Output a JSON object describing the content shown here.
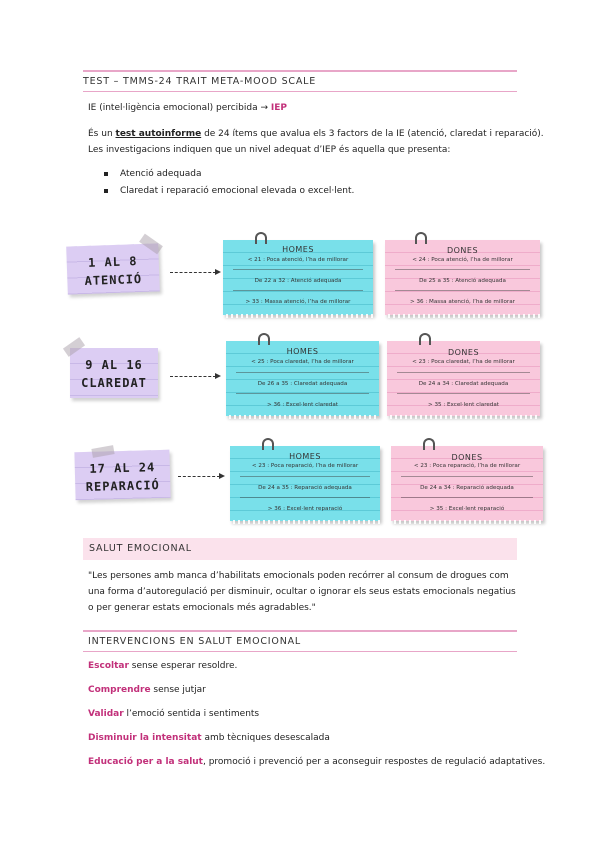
{
  "sections": {
    "test_title": "TEST – TMMS-24 TRAIT META-MOOD SCALE",
    "salut_title": "SALUT EMOCIONAL",
    "interv_title": "INTERVENCIONS EN SALUT EMOCIONAL"
  },
  "intro": {
    "line1_prefix": "IE (intel·ligència emocional) percibida → ",
    "line1_iep": "IEP",
    "line2_a": "És un ",
    "line2_bold": "test autoinforme",
    "line2_b": " de 24 ítems que avalua els 3 factors de la IE (atenció, claredat i reparació).",
    "line3": "Les investigacions indiquen que un nivel adequat d’IEP és aquella que presenta:",
    "bullets": [
      "Atenció adequada",
      "Claredat i reparació emocional elevada o excel·lent."
    ]
  },
  "factors": [
    {
      "line1": "1 AL 8",
      "line2": "ATENCIÓ",
      "homes": {
        "title": "HOMES",
        "rows": [
          "< 21 : Poca atenció, l’ha de millorar",
          "De 22 a 32 : Atenció adequada",
          "> 33 : Massa atenció, l’ha de millorar"
        ]
      },
      "dones": {
        "title": "DONES",
        "rows": [
          "< 24 : Poca atenció, l’ha de millorar",
          "De 25 a 35 : Atenció adequada",
          "> 36 : Massa atenció, l’ha de millorar"
        ]
      }
    },
    {
      "line1": "9 AL 16",
      "line2": "CLAREDAT",
      "homes": {
        "title": "HOMES",
        "rows": [
          "< 25 : Poca claredat, l’ha de millorar",
          "De 26 a 35 : Claredat adequada",
          "> 36 : Excel·lent claredat"
        ]
      },
      "dones": {
        "title": "DONES",
        "rows": [
          "< 23 : Poca claredat, l’ha de millorar",
          "De 24 a 34 : Claredat adequada",
          "> 35 : Excel·lent claredat"
        ]
      }
    },
    {
      "line1": "17 AL 24",
      "line2": "REPARACIÓ",
      "homes": {
        "title": "HOMES",
        "rows": [
          "< 23 : Poca reparació, l’ha de millorar",
          "De 24 a 35 : Reparació adequada",
          "> 36 : Excel·lent reparació"
        ]
      },
      "dones": {
        "title": "DONES",
        "rows": [
          "< 23 : Poca reparació, l’ha de millorar",
          "De 24 a 34 : Reparació adequada",
          "> 35 : Excel·lent reparació"
        ]
      }
    }
  ],
  "quote": "\"Les persones amb manca d’habilitats emocionals poden recórrer al consum de drogues com una forma d’autoregulació per disminuir, ocultar o ignorar els seus estats emocionals negatius o per generar estats emocionals més agradables.\"",
  "interventions": [
    {
      "key": "Escoltar",
      "rest": " sense esperar resoldre."
    },
    {
      "key": "Comprendre",
      "rest": " sense jutjar"
    },
    {
      "key": "Validar",
      "rest": " l’emoció sentida i sentiments"
    },
    {
      "key": "Disminuir la intensitat",
      "rest": " amb tècniques desescalada"
    },
    {
      "key": "Educació per a la salut",
      "rest": ", promoció i prevenció per a aconseguir respostes de regulació adaptatives."
    }
  ],
  "colors": {
    "accent": "#c2307a",
    "cyan": "#79e0ea",
    "pink": "#f9c8dc",
    "purple": "#dccdf3"
  }
}
